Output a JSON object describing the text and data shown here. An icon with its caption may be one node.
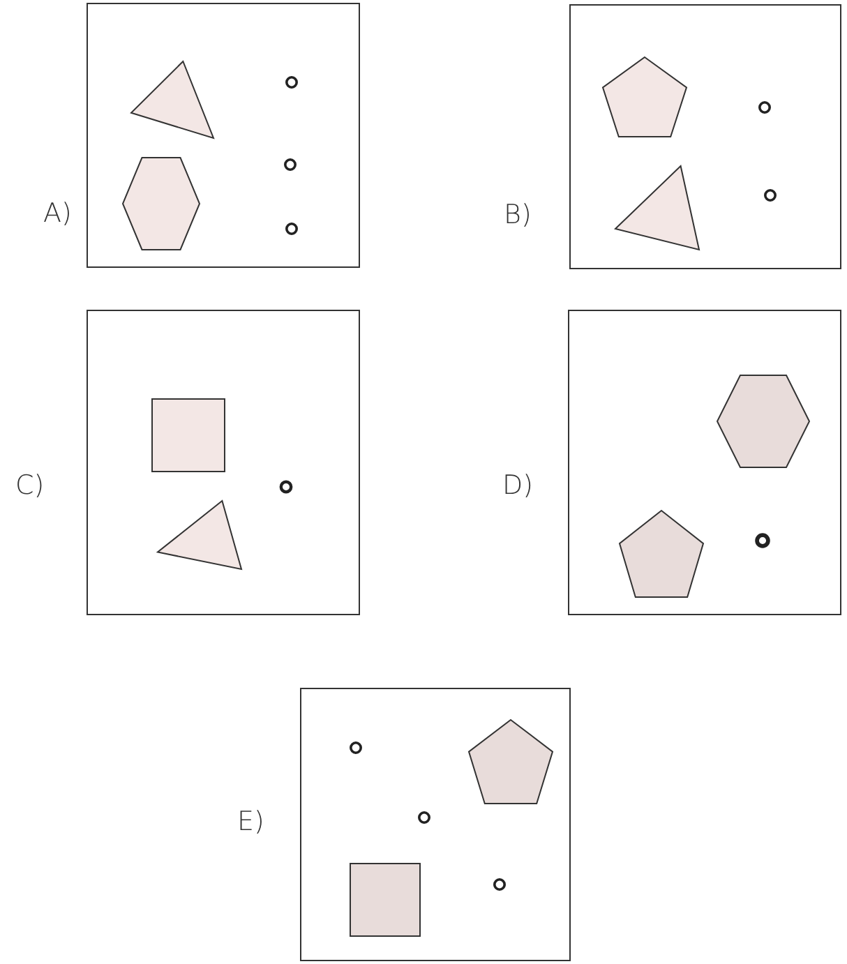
{
  "diagram": {
    "nodes": [
      {
        "text": [
          "A)"
        ]
      },
      {
        "text": [],
        "shape": "triangle",
        "in": 0
      },
      {
        "text": [],
        "shape": "hexagon",
        "in": 0
      },
      {
        "text": [],
        "shape": "circle",
        "in": 0
      },
      {
        "text": [],
        "shape": "circle",
        "in": 0
      },
      {
        "text": [],
        "shape": "circle",
        "in": 0
      },
      {
        "text": [
          "B)"
        ]
      },
      {
        "text": [],
        "shape": "pentagon",
        "in": 6
      },
      {
        "text": [],
        "shape": "triangle",
        "in": 6
      },
      {
        "text": [],
        "shape": "circle",
        "in": 6
      },
      {
        "text": [],
        "shape": "circle",
        "in": 6
      },
      {
        "text": [
          "C)"
        ]
      },
      {
        "text": [],
        "shape": "square",
        "in": 11
      },
      {
        "text": [],
        "shape": "triangle",
        "in": 11
      },
      {
        "text": [],
        "shape": "circle",
        "in": 11
      },
      {
        "text": [
          "D)"
        ]
      },
      {
        "text": [],
        "shape": "hexagon",
        "in": 15
      },
      {
        "text": [],
        "shape": "pentagon",
        "in": 15
      },
      {
        "text": [],
        "shape": "circle",
        "in": 15
      },
      {
        "text": [
          "E)"
        ]
      },
      {
        "text": [],
        "shape": "circle",
        "in": 19
      },
      {
        "text": [],
        "shape": "pentagon",
        "in": 19
      },
      {
        "text": [],
        "shape": "circle",
        "in": 19
      },
      {
        "text": [],
        "shape": "square",
        "in": 19
      },
      {
        "text": [],
        "shape": "circle",
        "in": 19
      }
    ]
  }
}
